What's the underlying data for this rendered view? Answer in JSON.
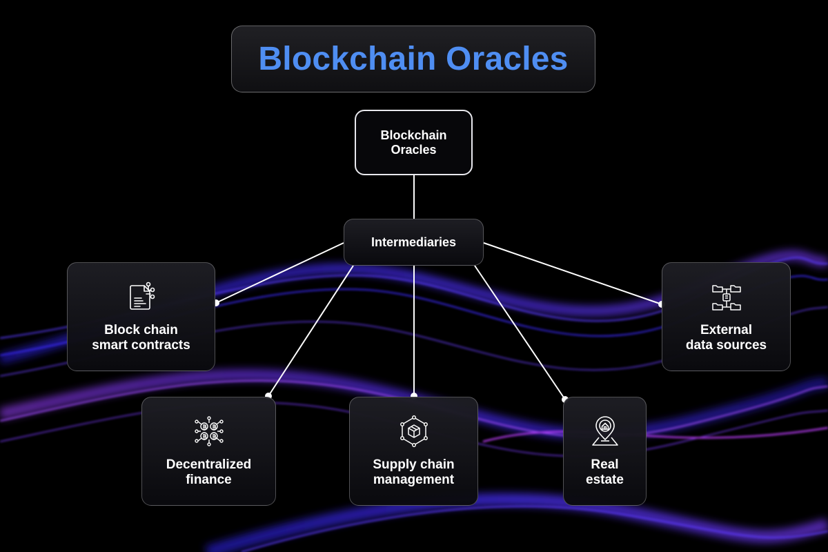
{
  "title": "Blockchain Oracles",
  "root": {
    "line1": "Blockchain",
    "line2": "Oracles"
  },
  "hub": {
    "label": "Intermediaries"
  },
  "nodes": {
    "smart_contracts": {
      "line1": "Block chain",
      "line2": "smart contracts",
      "icon": "smart-contract-document-icon"
    },
    "external_data": {
      "line1": "External",
      "line2": "data sources",
      "icon": "folder-network-icon"
    },
    "defi": {
      "line1": "Decentralized",
      "line2": "finance",
      "icon": "bitcoin-network-icon"
    },
    "supply_chain": {
      "line1": "Supply chain",
      "line2": "management",
      "icon": "package-network-icon"
    },
    "real_estate": {
      "line1": "Real",
      "line2": "estate",
      "icon": "house-location-pin-icon"
    }
  },
  "colors": {
    "title": "#4f8ef2",
    "text": "#ffffff",
    "line": "#ffffff",
    "background": "#000000",
    "wave_blue": "#3b2bff",
    "wave_purple": "#a040ff"
  }
}
